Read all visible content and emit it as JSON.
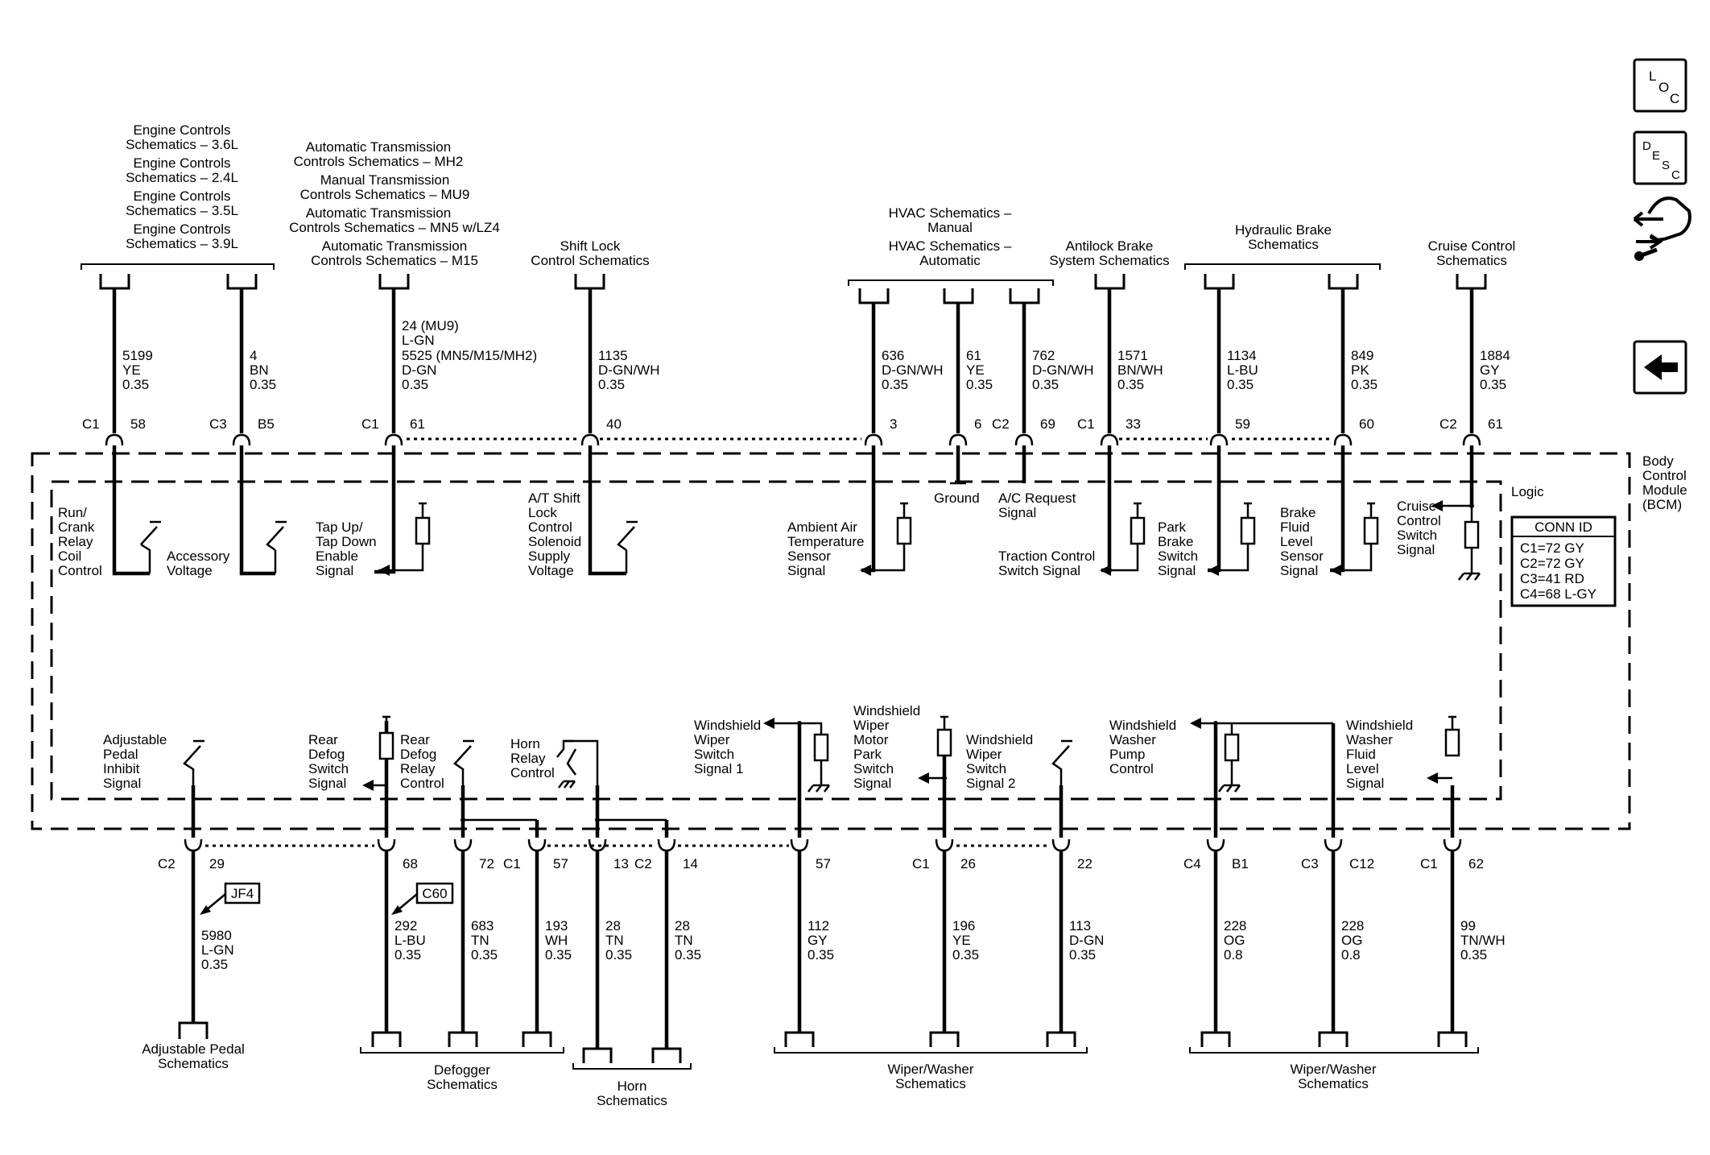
{
  "top_refs": {
    "engine": [
      "Engine Controls",
      "Schematics – 3.6L",
      "Engine Controls",
      "Schematics – 2.4L",
      "Engine Controls",
      "Schematics – 3.5L",
      "Engine Controls",
      "Schematics – 3.9L"
    ],
    "trans": [
      "Automatic Transmission",
      "Controls Schematics – MH2",
      "Manual Transmission",
      "Controls Schematics – MU9",
      "Automatic Transmission",
      "Controls Schematics – MN5 w/LZ4",
      "Automatic Transmission",
      "Controls Schematics – M15"
    ],
    "shift_lock": [
      "Shift Lock",
      "Control Schematics"
    ],
    "hvac": [
      "HVAC Schematics –",
      "Manual",
      "HVAC Schematics –",
      "Automatic"
    ],
    "abs": [
      "Antilock Brake",
      "System Schematics"
    ],
    "hydraulic": [
      "Hydraulic Brake",
      "Schematics"
    ],
    "cruise": [
      "Cruise Control",
      "Schematics"
    ]
  },
  "top_wires": [
    {
      "circuit": "5199",
      "color": "YE",
      "gauge": "0.35",
      "conn": "C1",
      "pin": "58"
    },
    {
      "circuit": "4",
      "color": "BN",
      "gauge": "0.35",
      "conn": "C3",
      "pin": "B5"
    },
    {
      "circuit": "24 (MU9)",
      "color": "L-GN",
      "circuit2": "5525 (MN5/M15/MH2)",
      "color2": "D-GN",
      "gauge": "0.35",
      "conn": "C1",
      "pin": "61"
    },
    {
      "circuit": "1135",
      "color": "D-GN/WH",
      "gauge": "0.35",
      "pin": "40"
    },
    {
      "circuit": "636",
      "color": "D-GN/WH",
      "gauge": "0.35",
      "pin": "3"
    },
    {
      "circuit": "61",
      "color": "YE",
      "gauge": "0.35",
      "pin": "6"
    },
    {
      "circuit": "762",
      "color": "D-GN/WH",
      "gauge": "0.35",
      "conn": "C2",
      "pin": "69"
    },
    {
      "circuit": "1571",
      "color": "BN/WH",
      "gauge": "0.35",
      "conn": "C1",
      "pin": "33"
    },
    {
      "circuit": "1134",
      "color": "L-BU",
      "gauge": "0.35",
      "pin": "59"
    },
    {
      "circuit": "849",
      "color": "PK",
      "gauge": "0.35",
      "pin": "60"
    },
    {
      "circuit": "1884",
      "color": "GY",
      "gauge": "0.35",
      "conn": "C2",
      "pin": "61"
    }
  ],
  "module": {
    "name": [
      "Body",
      "Control",
      "Module",
      "(BCM)"
    ],
    "logic": "Logic",
    "conn_id": {
      "title": "CONN ID",
      "rows": [
        "C1=72 GY",
        "C2=72 GY",
        "C3=41 RD",
        "C4=68 L-GY"
      ]
    }
  },
  "inner_top": {
    "run_crank": [
      "Run/",
      "Crank",
      "Relay",
      "Coil",
      "Control"
    ],
    "accessory": [
      "Accessory",
      "Voltage"
    ],
    "tap": [
      "Tap Up/",
      "Tap Down",
      "Enable",
      "Signal"
    ],
    "at_shift": [
      "A/T Shift",
      "Lock",
      "Control",
      "Solenoid",
      "Supply",
      "Voltage"
    ],
    "ambient": [
      "Ambient Air",
      "Temperature",
      "Sensor",
      "Signal"
    ],
    "ground": "Ground",
    "ac_request": [
      "A/C Request",
      "Signal"
    ],
    "traction": [
      "Traction Control",
      "Switch Signal"
    ],
    "park_brake": [
      "Park",
      "Brake",
      "Switch",
      "Signal"
    ],
    "brake_fluid": [
      "Brake",
      "Fluid",
      "Level",
      "Sensor",
      "Signal"
    ],
    "cruise_sw": [
      "Cruise",
      "Control",
      "Switch",
      "Signal"
    ]
  },
  "inner_bottom": {
    "adj_pedal": [
      "Adjustable",
      "Pedal",
      "Inhibit",
      "Signal"
    ],
    "rear_defog_sw": [
      "Rear",
      "Defog",
      "Switch",
      "Signal"
    ],
    "rear_defog_relay": [
      "Rear",
      "Defog",
      "Relay",
      "Control"
    ],
    "horn_relay": [
      "Horn",
      "Relay",
      "Control"
    ],
    "ws_wiper_1": [
      "Windshield",
      "Wiper",
      "Switch",
      "Signal 1"
    ],
    "ws_wiper_park": [
      "Windshield",
      "Wiper",
      "Motor",
      "Park",
      "Switch",
      "Signal"
    ],
    "ws_wiper_2": [
      "Windshield",
      "Wiper",
      "Switch",
      "Signal 2"
    ],
    "ws_washer_pump": [
      "Windshield",
      "Washer",
      "Pump",
      "Control"
    ],
    "ws_washer_fluid": [
      "Windshield",
      "Washer",
      "Fluid",
      "Level",
      "Signal"
    ]
  },
  "bottom_wires": [
    {
      "circuit": "5980",
      "color": "L-GN",
      "gauge": "0.35",
      "conn": "C2",
      "pin": "29",
      "tag": "JF4"
    },
    {
      "circuit": "292",
      "color": "L-BU",
      "gauge": "0.35",
      "pin": "68",
      "tag": "C60"
    },
    {
      "circuit": "683",
      "color": "TN",
      "gauge": "0.35",
      "pin": "72"
    },
    {
      "circuit": "193",
      "color": "WH",
      "gauge": "0.35",
      "conn": "C1",
      "pin": "57"
    },
    {
      "circuit": "28",
      "color": "TN",
      "gauge": "0.35",
      "pin": "13"
    },
    {
      "circuit": "28",
      "color": "TN",
      "gauge": "0.35",
      "conn": "C2",
      "pin": "14"
    },
    {
      "circuit": "112",
      "color": "GY",
      "gauge": "0.35",
      "pin": "57"
    },
    {
      "circuit": "196",
      "color": "YE",
      "gauge": "0.35",
      "conn": "C1",
      "pin": "26"
    },
    {
      "circuit": "113",
      "color": "D-GN",
      "gauge": "0.35",
      "pin": "22"
    },
    {
      "circuit": "228",
      "color": "OG",
      "gauge": "0.8",
      "conn": "C4",
      "pin": "B1"
    },
    {
      "circuit": "228",
      "color": "OG",
      "gauge": "0.8",
      "conn": "C3",
      "pin": "C12"
    },
    {
      "circuit": "99",
      "color": "TN/WH",
      "gauge": "0.35",
      "conn": "C1",
      "pin": "62"
    }
  ],
  "bottom_refs": {
    "adj_pedal": [
      "Adjustable Pedal",
      "Schematics"
    ],
    "defogger": [
      "Defogger",
      "Schematics"
    ],
    "horn": [
      "Horn",
      "Schematics"
    ],
    "wiper1": [
      "Wiper/Washer",
      "Schematics"
    ],
    "wiper2": [
      "Wiper/Washer",
      "Schematics"
    ]
  },
  "nav": {
    "loc": [
      "L",
      "O",
      "C"
    ],
    "desc": [
      "D",
      "E",
      "S",
      "C"
    ]
  }
}
